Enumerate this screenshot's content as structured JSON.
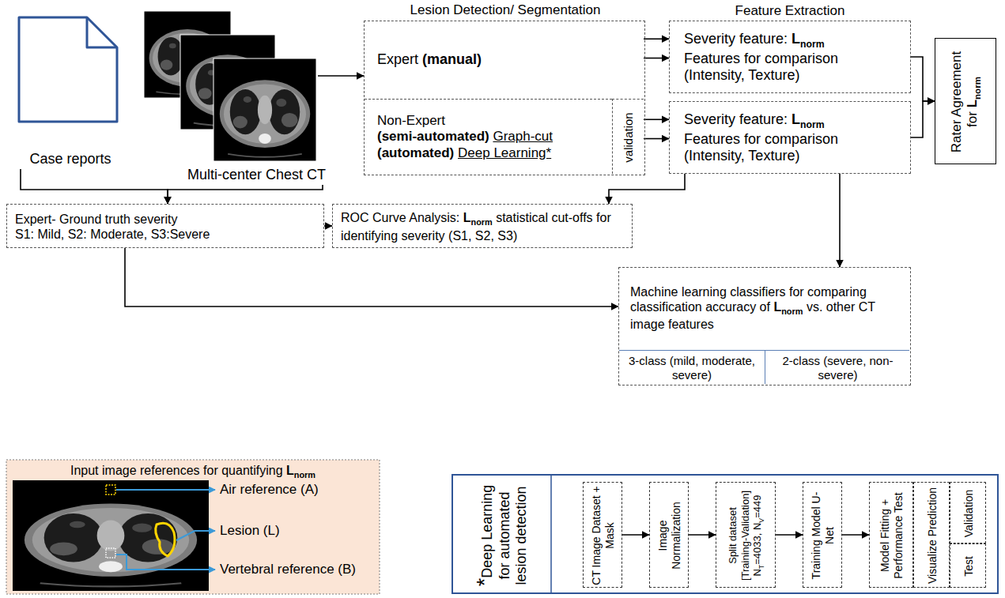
{
  "diagram": {
    "nodes": [
      {
        "text": [
          "Case reports"
        ]
      },
      {
        "text": [
          "Multi-center Chest CT"
        ]
      },
      {
        "text": [
          "Lesion Detection/ Segmentation"
        ]
      },
      {
        "text": [
          "Expert",
          "(manual)"
        ],
        "in": 2
      },
      {
        "text": [
          "Non-Expert",
          "(semi-automated)",
          "Graph-cut",
          "(automated)",
          "Deep Learning*"
        ],
        "in": 2
      },
      {
        "text": [
          "validation"
        ],
        "in": 2
      },
      {
        "text": [
          "Severity feature:",
          "L",
          "norm",
          "Features for comparison (Intensity, Texture)"
        ]
      },
      {
        "text": [
          "Severity feature:",
          "L",
          "norm",
          "Features for comparison (Intensity, Texture)"
        ]
      },
      {
        "text": [
          "Rater Agreement for",
          "L",
          "norm"
        ]
      },
      {
        "text": [
          "Expert- Ground truth severity",
          "S1: Mild, S2: Moderate, S3:Severe"
        ]
      },
      {
        "text": [
          "ROC Curve Analysis:",
          "L",
          "norm",
          "statistical cut-offs for identifying severity (S1, S2, S3)"
        ]
      },
      {
        "text": [
          "Machine learning classifiers for comparing classification accuracy of",
          "L",
          "norm",
          "vs. other CT image features"
        ]
      },
      {
        "text": [
          "3-class (mild, moderate, severe)"
        ],
        "in": 11
      },
      {
        "text": [
          "2-class (severe, non-severe)"
        ],
        "in": 11
      },
      {
        "text": [
          "Input image references for quantifying",
          "L",
          "norm"
        ]
      },
      {
        "text": [
          "*",
          "Deep Learning for automated lesion detection"
        ]
      },
      {
        "text": [
          "CT Image Dataset + Mask"
        ],
        "in": 15
      },
      {
        "text": [
          "Image Normalization"
        ],
        "in": 15
      },
      {
        "text": [
          "Split dataset",
          "[Training-Validation]",
          "N",
          "T",
          "=4033, N",
          "V",
          "=449"
        ],
        "in": 15
      },
      {
        "text": [
          "Training Model U-Net"
        ],
        "in": 15
      },
      {
        "text": [
          "Model Fitting + Performance Test"
        ],
        "in": 15
      },
      {
        "text": [
          "Visualize Prediction"
        ],
        "in": 15
      },
      {
        "text": [
          "Validation"
        ],
        "in": 15
      },
      {
        "text": [
          "Test"
        ],
        "in": 15
      }
    ],
    "edges": [
      {
        "from": 0,
        "to": 9,
        "arrow": "to"
      },
      {
        "from": 1,
        "to": 9,
        "arrow": "to"
      },
      {
        "from": 1,
        "to": 2,
        "arrow": "to"
      },
      {
        "from": 3,
        "to": 6,
        "arrow": "to"
      },
      {
        "from": 3,
        "to": 6,
        "arrow": "to"
      },
      {
        "from": 5,
        "to": 7,
        "arrow": "to"
      },
      {
        "from": 5,
        "to": 7,
        "arrow": "to"
      },
      {
        "from": 6,
        "to": 8,
        "arrow": "to"
      },
      {
        "from": 7,
        "to": 8,
        "arrow": "to"
      },
      {
        "from": 9,
        "to": 10,
        "arrow": "to"
      },
      {
        "from": 7,
        "to": 10,
        "arrow": "to"
      },
      {
        "from": 7,
        "to": 11,
        "arrow": "to"
      },
      {
        "from": 9,
        "to": 11,
        "arrow": "to"
      },
      {
        "from": 16,
        "to": 17,
        "arrow": "to"
      },
      {
        "from": 17,
        "to": 18,
        "arrow": "to"
      },
      {
        "from": 18,
        "to": 19,
        "arrow": "to"
      },
      {
        "from": 19,
        "to": 20,
        "arrow": "to"
      }
    ],
    "labels": [
      "Feature Extraction",
      "Air reference (A)",
      "Lesion (L)",
      "Vertebral reference (B)"
    ]
  }
}
